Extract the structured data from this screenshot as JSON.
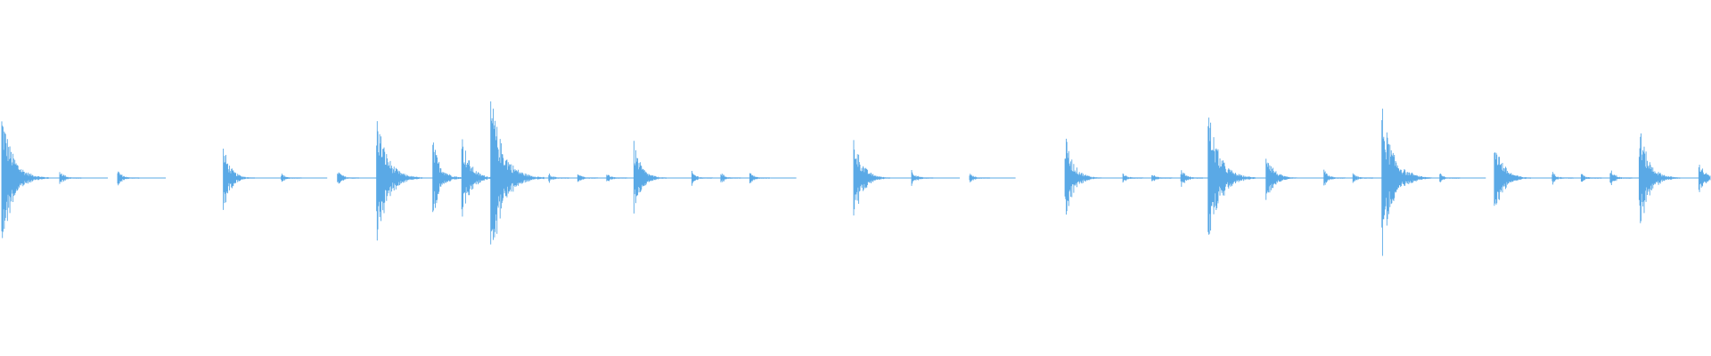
{
  "waveform": {
    "color": "#5aa9e6",
    "hits": [
      {
        "t": 0.0,
        "amp": 0.82
      },
      {
        "t": 0.034,
        "amp": 0.1
      },
      {
        "t": 0.068,
        "amp": 0.1
      },
      {
        "t": 0.13,
        "amp": 0.38
      },
      {
        "t": 0.164,
        "amp": 0.06
      },
      {
        "t": 0.197,
        "amp": 0.1
      },
      {
        "t": 0.22,
        "amp": 0.78
      },
      {
        "t": 0.253,
        "amp": 0.45
      },
      {
        "t": 0.27,
        "amp": 0.52
      },
      {
        "t": 0.287,
        "amp": 1.0
      },
      {
        "t": 0.304,
        "amp": 0.07
      },
      {
        "t": 0.321,
        "amp": 0.06
      },
      {
        "t": 0.338,
        "amp": 0.06
      },
      {
        "t": 0.355,
        "amp": 0.06
      },
      {
        "t": 0.371,
        "amp": 0.42
      },
      {
        "t": 0.405,
        "amp": 0.08
      },
      {
        "t": 0.422,
        "amp": 0.07
      },
      {
        "t": 0.439,
        "amp": 0.07
      },
      {
        "t": 0.5,
        "amp": 0.52
      },
      {
        "t": 0.534,
        "amp": 0.1
      },
      {
        "t": 0.568,
        "amp": 0.06
      },
      {
        "t": 0.624,
        "amp": 0.52
      },
      {
        "t": 0.658,
        "amp": 0.06
      },
      {
        "t": 0.675,
        "amp": 0.06
      },
      {
        "t": 0.692,
        "amp": 0.12
      },
      {
        "t": 0.708,
        "amp": 0.84
      },
      {
        "t": 0.742,
        "amp": 0.36
      },
      {
        "t": 0.776,
        "amp": 0.1
      },
      {
        "t": 0.793,
        "amp": 0.06
      },
      {
        "t": 0.81,
        "amp": 0.85
      },
      {
        "t": 0.827,
        "amp": 0.08
      },
      {
        "t": 0.844,
        "amp": 0.06
      },
      {
        "t": 0.876,
        "amp": 0.52
      },
      {
        "t": 0.91,
        "amp": 0.08
      },
      {
        "t": 0.927,
        "amp": 0.06
      },
      {
        "t": 0.944,
        "amp": 0.12
      },
      {
        "t": 0.961,
        "amp": 0.64
      },
      {
        "t": 0.996,
        "amp": 0.22
      }
    ]
  }
}
